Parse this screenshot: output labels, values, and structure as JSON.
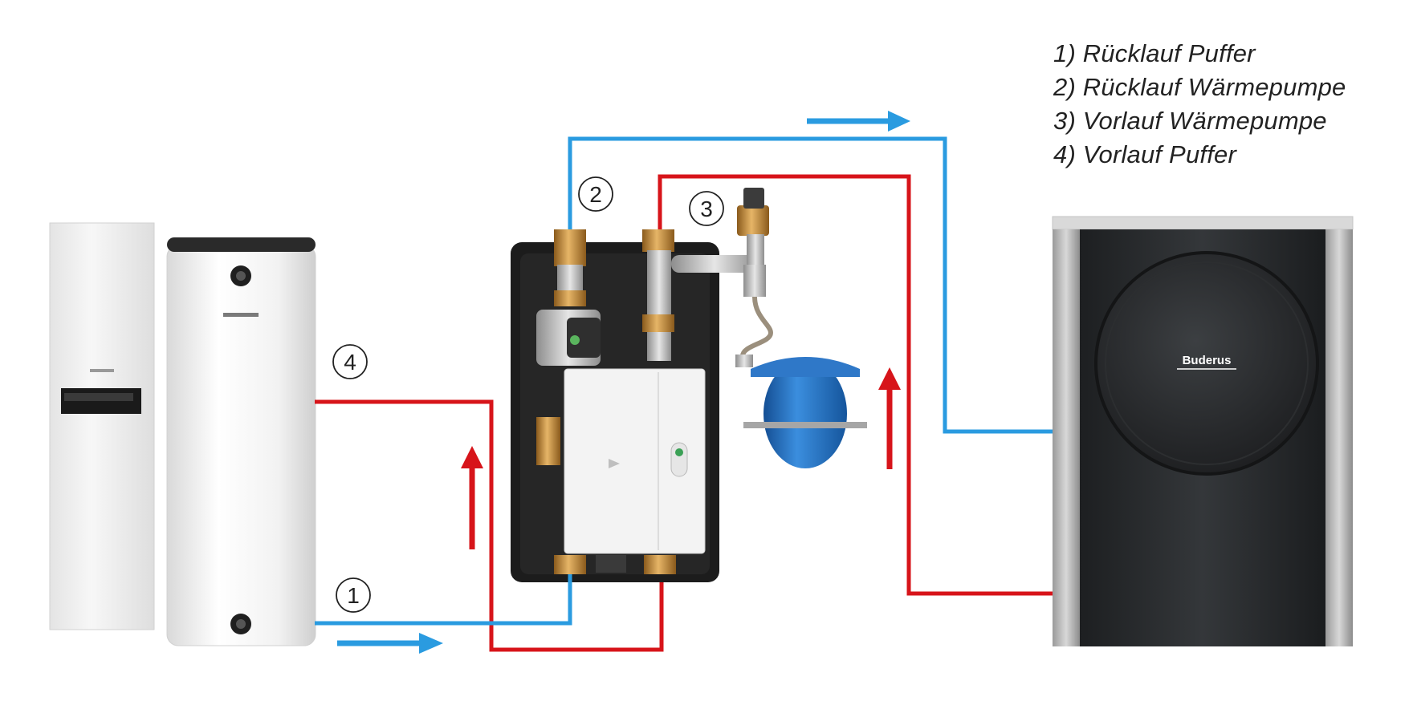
{
  "legend": {
    "items": [
      "1) Rücklauf Puffer",
      "2) Rücklauf Wärmepumpe",
      "3) Vorlauf Wärmepumpe",
      "4) Vorlauf Puffer"
    ]
  },
  "markers": {
    "m1": "1",
    "m2": "2",
    "m3": "3",
    "m4": "4"
  },
  "heat_pump": {
    "brand": "Buderus"
  },
  "colors": {
    "supply_line": "#d7141a",
    "return_line": "#2a9be0",
    "pump_body": "#2a2c2e",
    "station_insulation": "#1c1c1c",
    "expansion_tank": "#1f6fc0"
  }
}
